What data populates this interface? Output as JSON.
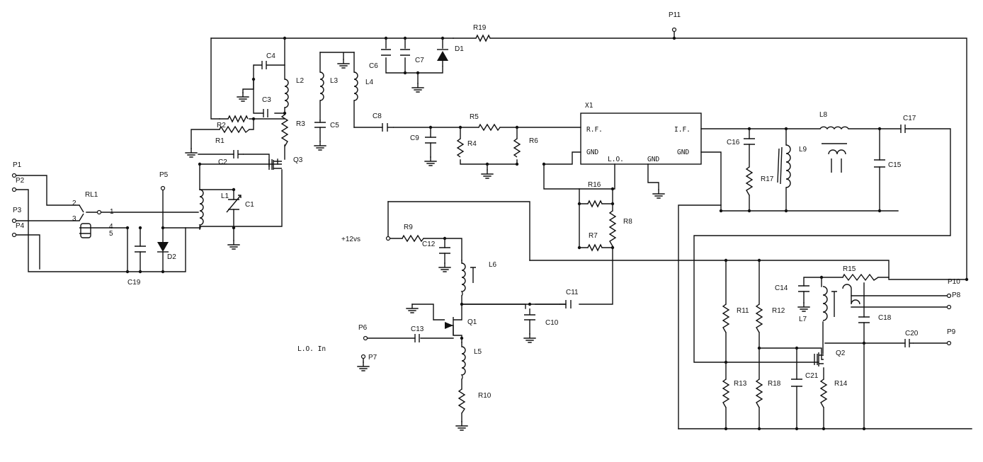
{
  "ports": [
    "P1",
    "P2",
    "P3",
    "P4",
    "P5",
    "P6",
    "P7",
    "P8",
    "P9",
    "P10",
    "P11"
  ],
  "relay": {
    "ref": "RL1",
    "pins": [
      "1",
      "2",
      "3",
      "4",
      "5"
    ]
  },
  "resistors": [
    "R1",
    "R2",
    "R3",
    "R4",
    "R5",
    "R6",
    "R7",
    "R8",
    "R9",
    "R10",
    "R11",
    "R12",
    "R13",
    "R14",
    "R15",
    "R16",
    "R17",
    "R18",
    "R19"
  ],
  "capacitors": [
    "C1",
    "C2",
    "C3",
    "C4",
    "C5",
    "C6",
    "C7",
    "C8",
    "C9",
    "C10",
    "C11",
    "C12",
    "C13",
    "C14",
    "C15",
    "C16",
    "C17",
    "C18",
    "C19",
    "C20",
    "C21"
  ],
  "inductors": [
    "L1",
    "L2",
    "L3",
    "L4",
    "L5",
    "L6",
    "L7",
    "L8",
    "L9"
  ],
  "transistors": [
    "Q1",
    "Q2",
    "Q3"
  ],
  "diodes": [
    "D1",
    "D2"
  ],
  "mixer": {
    "ref": "X1",
    "rf": "R.F.",
    "if": "I.F.",
    "lo": "L.O.",
    "gnd": "GND"
  },
  "supply_label": "+12vs",
  "lo_input_label": "L.O. In"
}
